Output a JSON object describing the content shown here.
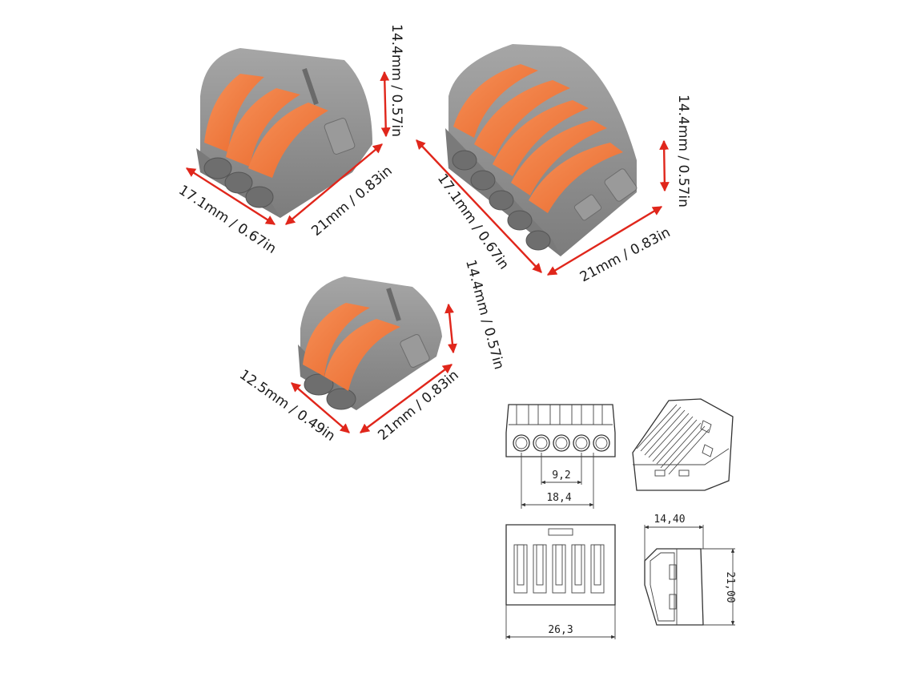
{
  "colors": {
    "dimension_arrow": "#e0261b",
    "housing_grey": "#8e8e8e",
    "lever_orange": "#f27a3a",
    "drawing_ink": "#333333"
  },
  "products": {
    "three_way": {
      "height_label": "14.4mm / 0.57in",
      "width_label": "17.1mm / 0.67in",
      "depth_label": "21mm / 0.83in"
    },
    "five_way": {
      "height_label": "14.4mm / 0.57in",
      "width_label": "17.1mm / 0.67in",
      "depth_label": "21mm / 0.83in"
    },
    "two_way": {
      "height_label": "14.4mm / 0.57in",
      "width_label": "12.5mm / 0.49in",
      "depth_label": "21mm / 0.83in"
    }
  },
  "technical_drawing": {
    "pitch_label": "9,2",
    "front_width_label": "18,4",
    "top_width_label": "26,3",
    "side_height_label": "14,40",
    "side_depth_label": "21,00"
  }
}
